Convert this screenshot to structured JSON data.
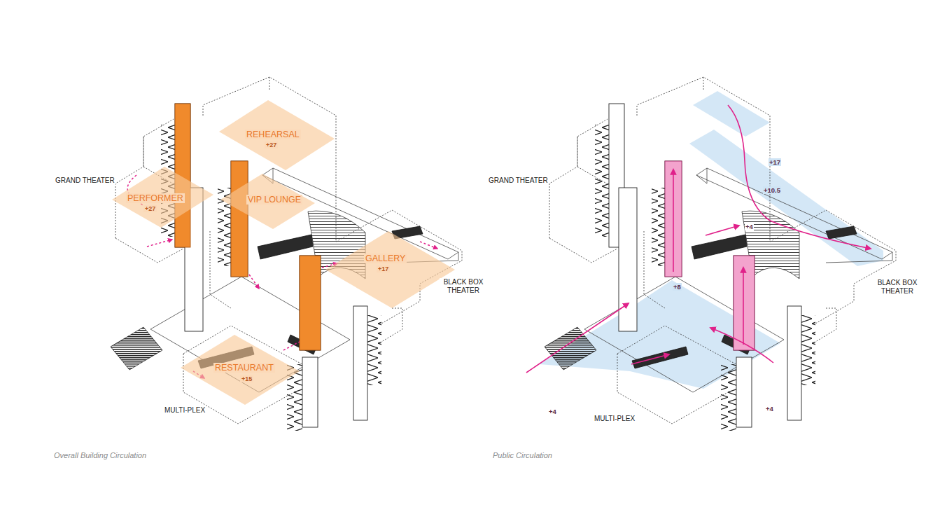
{
  "diagram": {
    "nodes": [
      {
        "text": [
          "REHEARSAL",
          "+27"
        ]
      },
      {
        "text": [
          "PERFORMER",
          "+27"
        ]
      },
      {
        "text": [
          "VIP LOUNGE"
        ]
      },
      {
        "text": [
          "GALLERY",
          "+17"
        ]
      },
      {
        "text": [
          "RESTAURANT",
          "+15"
        ]
      }
    ],
    "labels": [
      "GRAND THEATER",
      "BLACK BOX THEATER",
      "MULTI-PLEX",
      "Overall Building Circulation",
      "GRAND THEATER",
      "+17",
      "+10.5",
      "+4",
      "+8",
      "BLACK BOX THEATER",
      "+4",
      "+4",
      "MULTI-PLEX",
      "Public Circulation"
    ]
  }
}
